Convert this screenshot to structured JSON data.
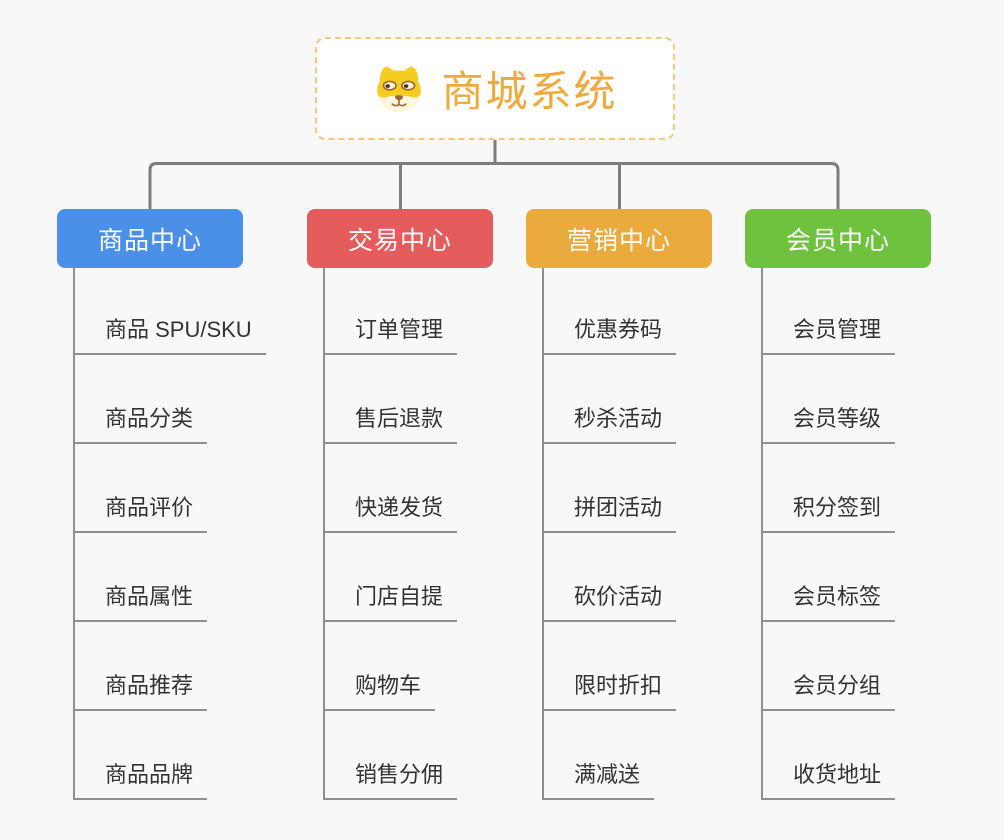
{
  "root": {
    "title": "商城系统",
    "icon": "doge-icon"
  },
  "branches": [
    {
      "label": "商品中心",
      "color": "#4a8fe8",
      "items": [
        "商品 SPU/SKU",
        "商品分类",
        "商品评价",
        "商品属性",
        "商品推荐",
        "商品品牌"
      ]
    },
    {
      "label": "交易中心",
      "color": "#e45c5c",
      "items": [
        "订单管理",
        "售后退款",
        "快递发货",
        "门店自提",
        "购物车",
        "销售分佣"
      ]
    },
    {
      "label": "营销中心",
      "color": "#eaaa3c",
      "items": [
        "优惠券码",
        "秒杀活动",
        "拼团活动",
        "砍价活动",
        "限时折扣",
        "满减送"
      ]
    },
    {
      "label": "会员中心",
      "color": "#6ec23d",
      "items": [
        "会员管理",
        "会员等级",
        "积分签到",
        "会员标签",
        "会员分组",
        "收货地址"
      ]
    }
  ],
  "palette": {
    "background": "#f8f8f8",
    "connector": "#7d7d7d",
    "leaf_line": "#8f8f8f",
    "leaf_text": "#333333",
    "root_border": "#f4c77c",
    "root_text": "#efa93c",
    "doge_yellow": "#f5cd21",
    "doge_cream": "#fdf5dd",
    "doge_brown": "#9c6a33"
  }
}
